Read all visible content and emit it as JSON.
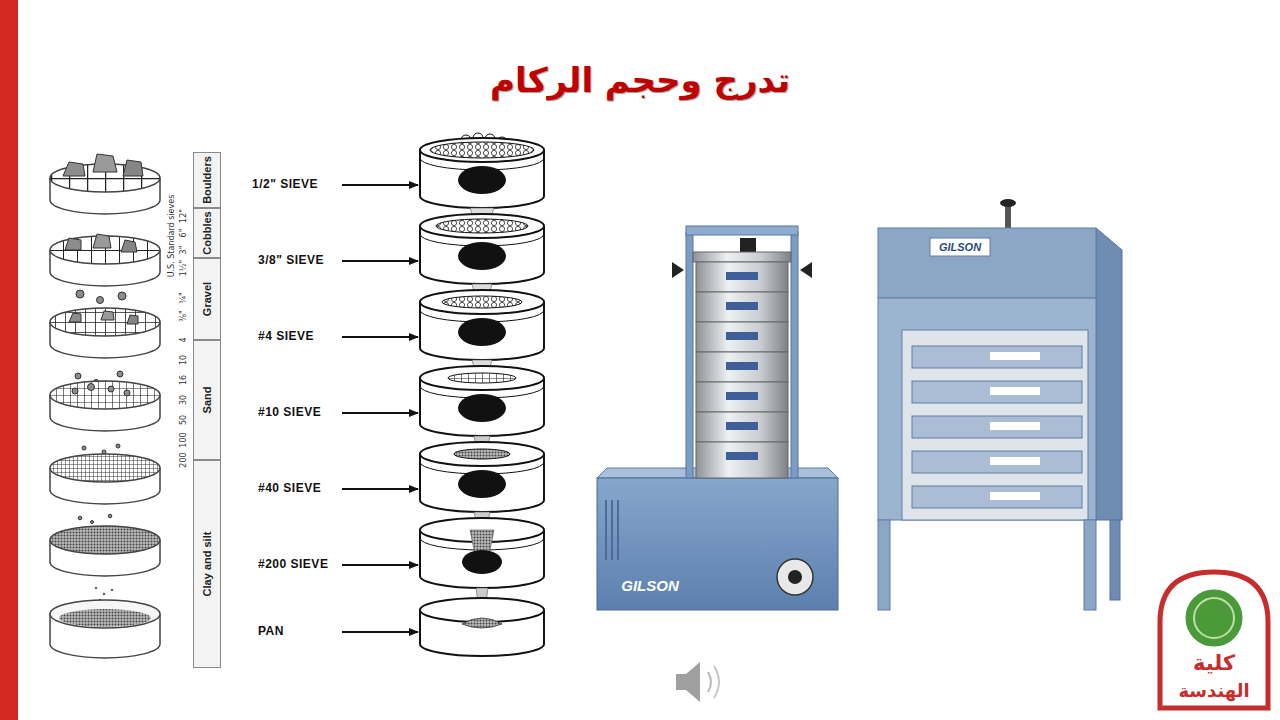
{
  "diagram": {
    "title": "تدرج وحجم الركام",
    "nodes": [
      {
        "text": [
          "Boulders"
        ]
      },
      {
        "text": [
          "Cobbles"
        ]
      },
      {
        "text": [
          "Gravel"
        ]
      },
      {
        "text": [
          "Sand"
        ]
      },
      {
        "text": [
          "Clay and silt"
        ]
      }
    ],
    "labels": [
      "U.S. Standard sieves",
      "12\"",
      "6\"",
      "3\"",
      "1½\"",
      "¾\"",
      "⅜\"",
      "4",
      "10",
      "16",
      "30",
      "50",
      "100",
      "200",
      "1/2\" SIEVE",
      "3/8\" SIEVE",
      "#4 SIEVE",
      "#10 SIEVE",
      "#40 SIEVE",
      "#200 SIEVE",
      "PAN",
      "GILSON",
      "GILSON",
      "كلية",
      "الهندسة"
    ]
  }
}
